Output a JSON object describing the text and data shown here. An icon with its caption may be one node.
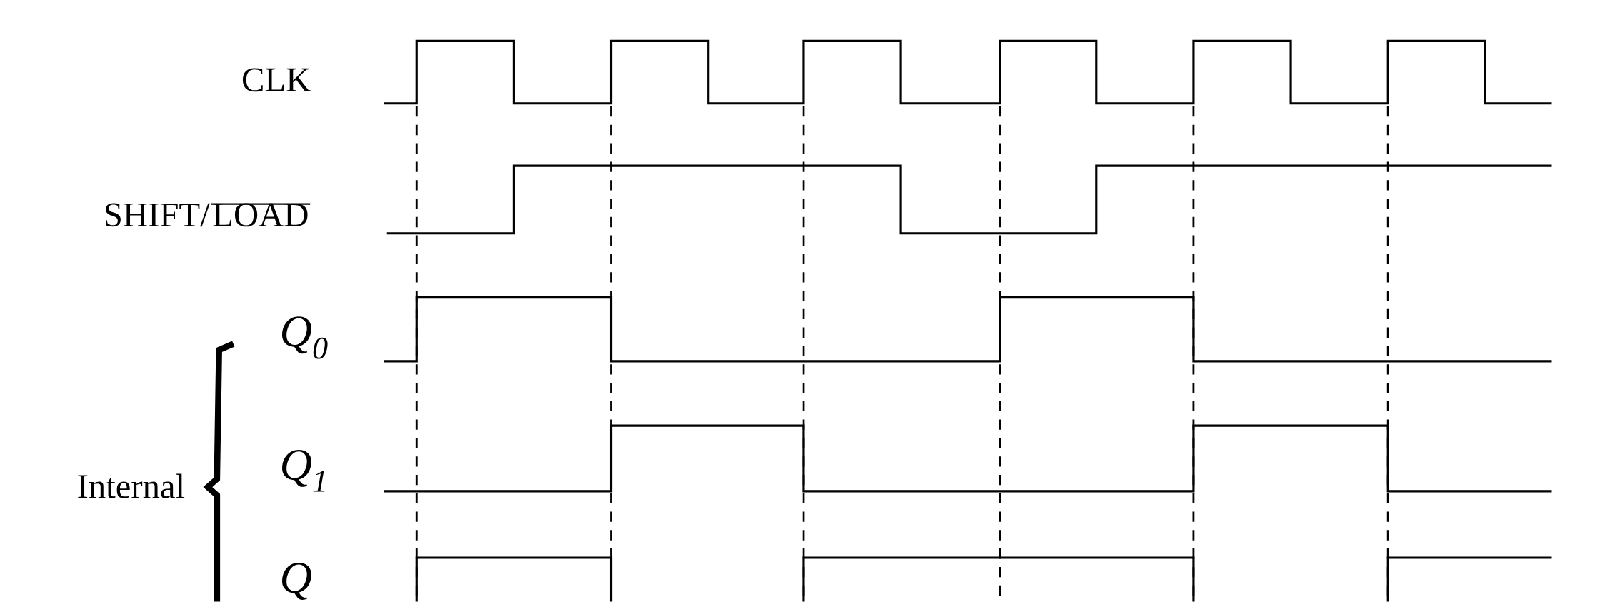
{
  "diagram": {
    "labels": [
      "CLK",
      "SHIFT/",
      "LOAD",
      "Q$_{0}$",
      "Q$_{1}$",
      "Internal",
      "Q"
    ]
  }
}
